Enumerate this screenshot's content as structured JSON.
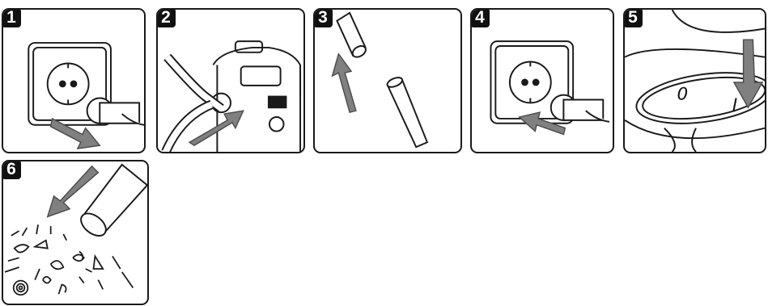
{
  "steps": [
    {
      "number": "1"
    },
    {
      "number": "2"
    },
    {
      "number": "3"
    },
    {
      "number": "4"
    },
    {
      "number": "5",
      "switch_off_label": "0",
      "switch_on_label": "I"
    },
    {
      "number": "6"
    }
  ],
  "colors": {
    "outline": "#1a1a1a",
    "arrow_fill": "#808080",
    "arrow_shade": "#4d4d4d",
    "badge": "#111111",
    "background": "#ffffff"
  }
}
